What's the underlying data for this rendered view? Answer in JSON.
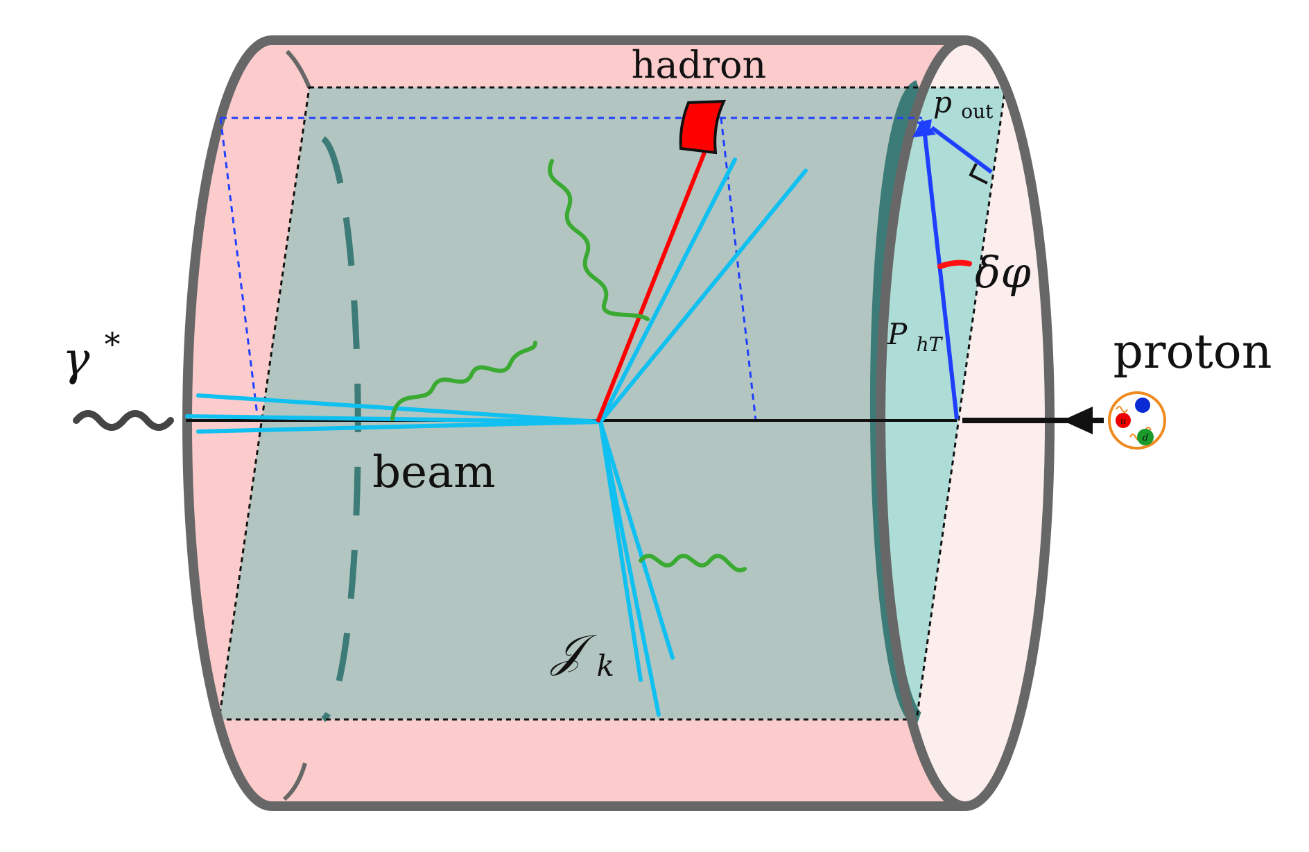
{
  "labels": {
    "hadron": "hadron",
    "beam": "beam",
    "proton": "proton",
    "photon_symbol": "γ",
    "photon_sup": "*",
    "jet_symbol": "𝒥",
    "jet_sub": "k",
    "phT_main": "P",
    "phT_sub": "hT",
    "pout_main": "p",
    "pout_sub": "out",
    "delta_phi": "δφ"
  },
  "quark_labels": {
    "u": "u",
    "d": "d"
  },
  "colors": {
    "cylinder_body": "#fccccc",
    "cylinder_right_cap": "#fdeeee",
    "cylinder_outline": "#676767",
    "inner_plane": "#b3c5c0",
    "right_band": "#3c7b77",
    "right_disk": "#aedcd7",
    "blue_plane_lines": "#1f3fff",
    "blue_vector": "#1f3fff",
    "cyan_tracks": "#0fc0f0",
    "gluon_green": "#3aaa33",
    "hadron_red": "#ff0000",
    "delta_phi_arc": "#ff1010",
    "proton_orange": "#f08a1e",
    "quark_blue": "#0a2ad4",
    "quark_red": "#ee0000",
    "quark_green": "#1a9a2a"
  }
}
